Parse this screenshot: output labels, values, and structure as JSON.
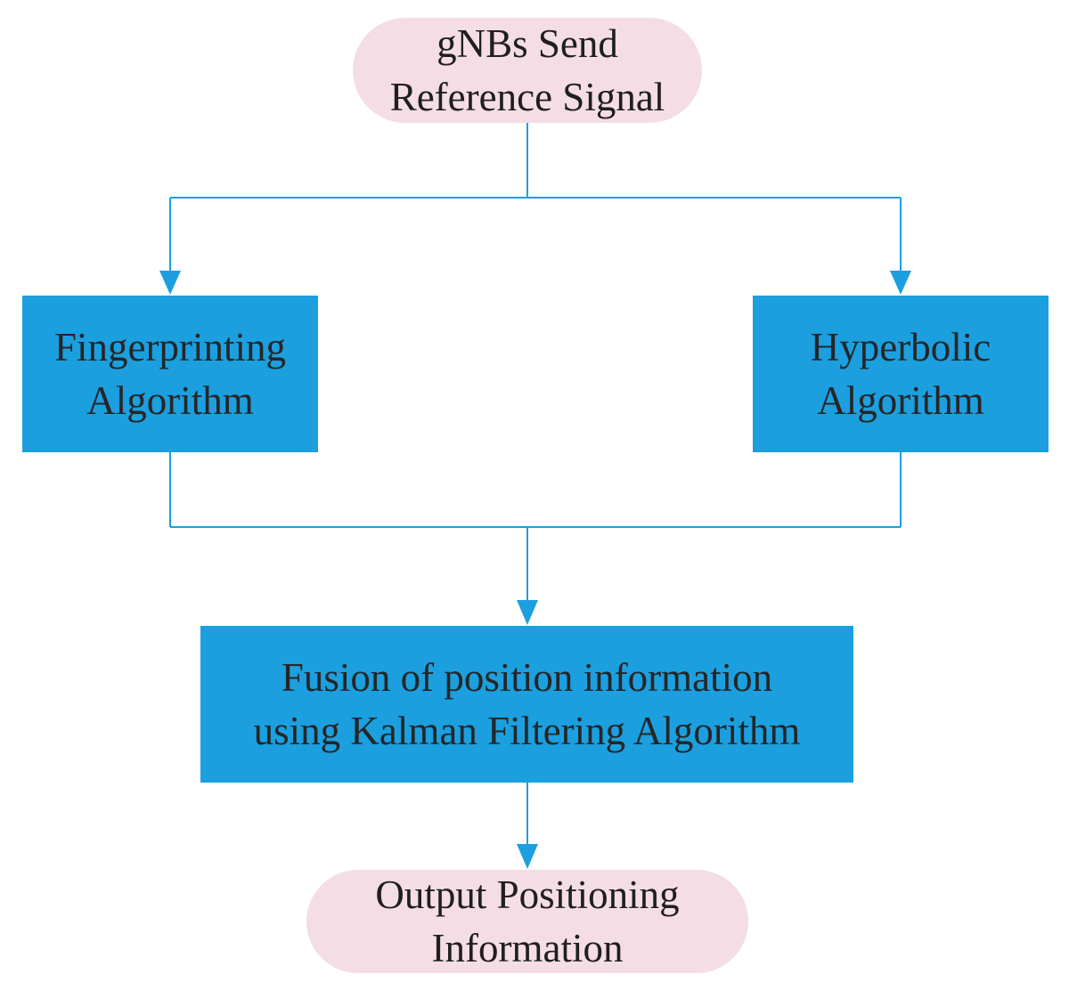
{
  "diagram": {
    "colors": {
      "terminal_fill": "#f4dde4",
      "process_fill": "#1b9fdf",
      "connector": "#1b9fdf",
      "text": "#1f1f1f"
    },
    "nodes": {
      "start": {
        "label": "gNBs Send\nReference Signal",
        "shape": "rounded-terminal"
      },
      "fingerprinting": {
        "label": "Fingerprinting\nAlgorithm",
        "shape": "rectangle"
      },
      "hyperbolic": {
        "label": "Hyperbolic\nAlgorithm",
        "shape": "rectangle"
      },
      "fusion": {
        "label": "Fusion of position information\nusing Kalman Filtering Algorithm",
        "shape": "rectangle"
      },
      "output": {
        "label": "Output Positioning\nInformation",
        "shape": "rounded-terminal"
      }
    },
    "edges": [
      {
        "from": "start",
        "to": "fingerprinting"
      },
      {
        "from": "start",
        "to": "hyperbolic"
      },
      {
        "from": "fingerprinting",
        "to": "fusion"
      },
      {
        "from": "hyperbolic",
        "to": "fusion"
      },
      {
        "from": "fusion",
        "to": "output"
      }
    ]
  }
}
